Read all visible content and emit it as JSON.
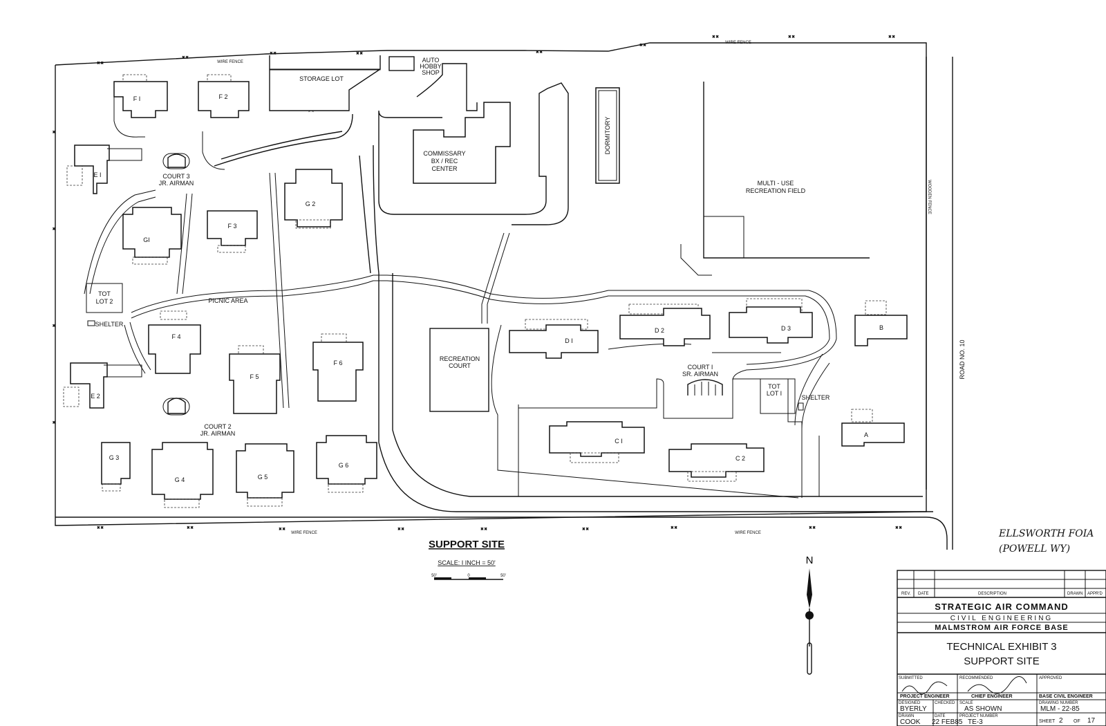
{
  "plan": {
    "title": "SUPPORT SITE",
    "scale_text": "SCALE: I INCH = 50'",
    "scale_bar": [
      "50'",
      "0",
      "50'"
    ],
    "north": "N",
    "fence_label": "WIRE FENCE",
    "road": "ROAD NO. 10",
    "wood_fence": "WOODEN FENCE",
    "areas": {
      "storage_lot": "STORAGE LOT",
      "auto_hobby": [
        "AUTO",
        "HOBBY",
        "SHOP"
      ],
      "commissary": [
        "COMMISSARY",
        "BX / REC",
        "CENTER"
      ],
      "dormitory": "DORMITORY",
      "multi_use": [
        "MULTI - USE",
        "RECREATION FIELD"
      ],
      "court3": [
        "COURT 3",
        "JR. AIRMAN"
      ],
      "court2": [
        "COURT 2",
        "JR. AIRMAN"
      ],
      "court1": [
        "COURT I",
        "SR. AIRMAN"
      ],
      "picnic": "PICNIC AREA",
      "tot_lot2": [
        "TOT",
        "LOT 2"
      ],
      "tot_lot1": [
        "TOT",
        "LOT I"
      ],
      "shelter": "SHELTER",
      "rec_court": [
        "RECREATION",
        "COURT"
      ]
    },
    "buildings": {
      "F1": "F I",
      "F2": "F 2",
      "F3": "F 3",
      "F4": "F 4",
      "F5": "F 5",
      "F6": "F 6",
      "E1": "E I",
      "E2": "E 2",
      "G1": "GI",
      "G2": "G 2",
      "G3": "G 3",
      "G4": "G 4",
      "G5": "G 5",
      "G6": "G 6",
      "D1": "D I",
      "D2": "D 2",
      "D3": "D 3",
      "C1": "C I",
      "C2": "C 2",
      "A": "A",
      "B": "B"
    }
  },
  "annotation": [
    "ELLSWORTH FOIA",
    "(POWELL WY)"
  ],
  "title_block": {
    "rev_headers": [
      "REV.",
      "DATE",
      "DESCRIPTION",
      "DRAWN",
      "APPR'D"
    ],
    "org1": "STRATEGIC AIR COMMAND",
    "org2": "CIVIL ENGINEERING",
    "org3": "MALMSTROM AIR FORCE BASE",
    "exhibit1": "TECHNICAL EXHIBIT 3",
    "exhibit2": "SUPPORT SITE",
    "submitted": "SUBMITTED",
    "recommended": "RECOMMENDED",
    "approved": "APPROVED",
    "project_engineer": "PROJECT ENGINEER",
    "chief_engineer": "CHIEF ENGINEER",
    "base_civil_engineer": "BASE CIVIL ENGINEER",
    "designed_label": "DESIGNED",
    "designed": "BYERLY",
    "checked_label": "CHECKED",
    "scale_label": "SCALE",
    "scale": "AS SHOWN",
    "drawing_no_label": "DRAWING NUMBER",
    "drawing_no": "MLM - 22-85",
    "drawn_label": "DRAWN",
    "drawn": "COOK",
    "date_label": "DATE",
    "date": "22 FEB85",
    "project_no_label": "PROJECT NUMBER",
    "project_no": "TE-3",
    "sheet_label": "SHEET",
    "sheet": "2",
    "of_label": "OF",
    "sheet_total": "17"
  }
}
